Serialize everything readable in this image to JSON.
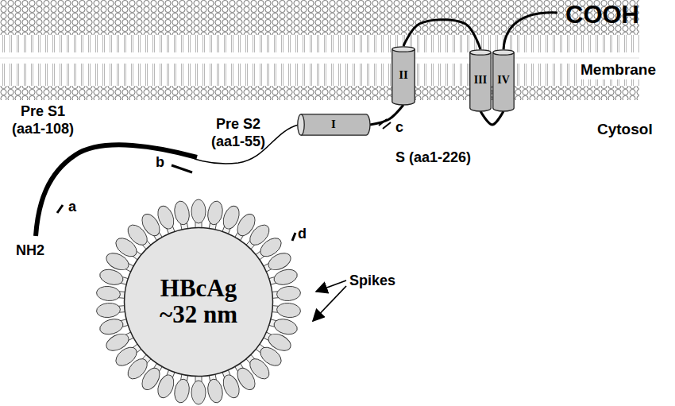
{
  "diagram": {
    "nodes": [
      {
        "text": [
          "II"
        ]
      },
      {
        "text": [
          "III"
        ]
      },
      {
        "text": [
          "IV"
        ]
      },
      {
        "text": [
          "I"
        ]
      },
      {
        "text": [
          "HBcAg ~32 nm"
        ]
      }
    ],
    "edges": [
      {
        "from": 3,
        "to": 0,
        "arrow": "none"
      },
      {
        "from": 0,
        "to": 1,
        "arrow": "none"
      },
      {
        "from": 1,
        "to": 2,
        "arrow": "none"
      }
    ],
    "labels": [
      "COOH",
      "Membrane",
      "Pre S1 (aa1-108)",
      "Pre S2 (aa1-55)",
      "Cytosol",
      "b",
      "c",
      "S (aa1-226)",
      "a",
      "NH2",
      "d",
      "Spikes"
    ]
  }
}
